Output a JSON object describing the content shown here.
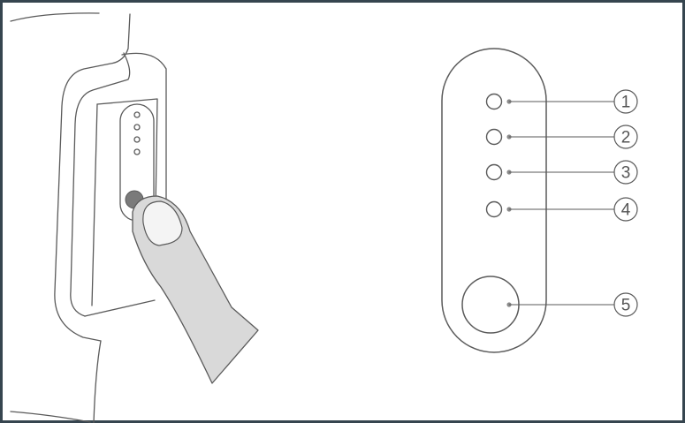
{
  "frame": {
    "border_color": "#36454f"
  },
  "colors": {
    "line": "#5a5a5a",
    "finger_fill": "#d9d9d9",
    "button_dot": "#7a7a7a",
    "pointer_dot": "#8a8a8a"
  },
  "callouts": [
    {
      "number": "1",
      "target": "indicator-light-1"
    },
    {
      "number": "2",
      "target": "indicator-light-2"
    },
    {
      "number": "3",
      "target": "indicator-light-3"
    },
    {
      "number": "4",
      "target": "indicator-light-4"
    },
    {
      "number": "5",
      "target": "power-button"
    }
  ]
}
